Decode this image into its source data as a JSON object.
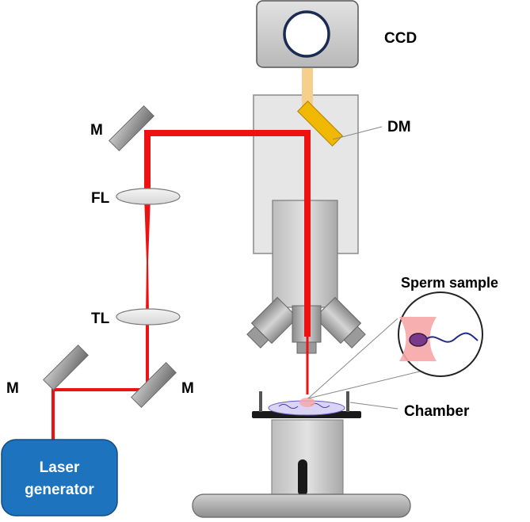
{
  "labels": {
    "ccd": "CCD",
    "dm": "DM",
    "mirror_top": "M",
    "fl": "FL",
    "tl": "TL",
    "mirror_left": "M",
    "mirror_right": "M",
    "sperm_sample": "Sperm sample",
    "chamber": "Chamber",
    "laser_line1": "Laser",
    "laser_line2": "generator"
  },
  "colors": {
    "beam": "#ee1111",
    "mirror": "#9a9a9a",
    "dichroic": "#f0b800",
    "camera_light": "#f7cf8c",
    "microscope_body": "#e6e6e6",
    "laser_box": "#1e73be",
    "sample_fluid": "#f7a6a6"
  }
}
